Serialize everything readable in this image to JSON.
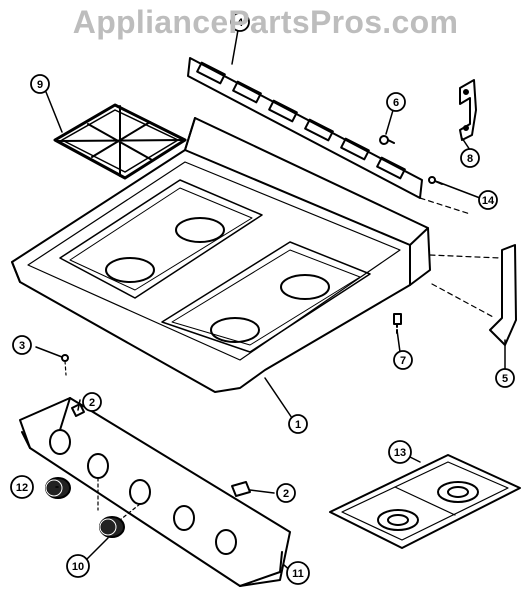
{
  "watermark": "AppliancePartsPros.com",
  "callouts": {
    "c1": "1",
    "c2a": "2",
    "c2b": "2",
    "c3": "3",
    "c4": "4",
    "c5": "5",
    "c6": "6",
    "c7": "7",
    "c8": "8",
    "c9": "9",
    "c10": "10",
    "c11": "11",
    "c12": "12",
    "c13": "13",
    "c14": "14"
  }
}
